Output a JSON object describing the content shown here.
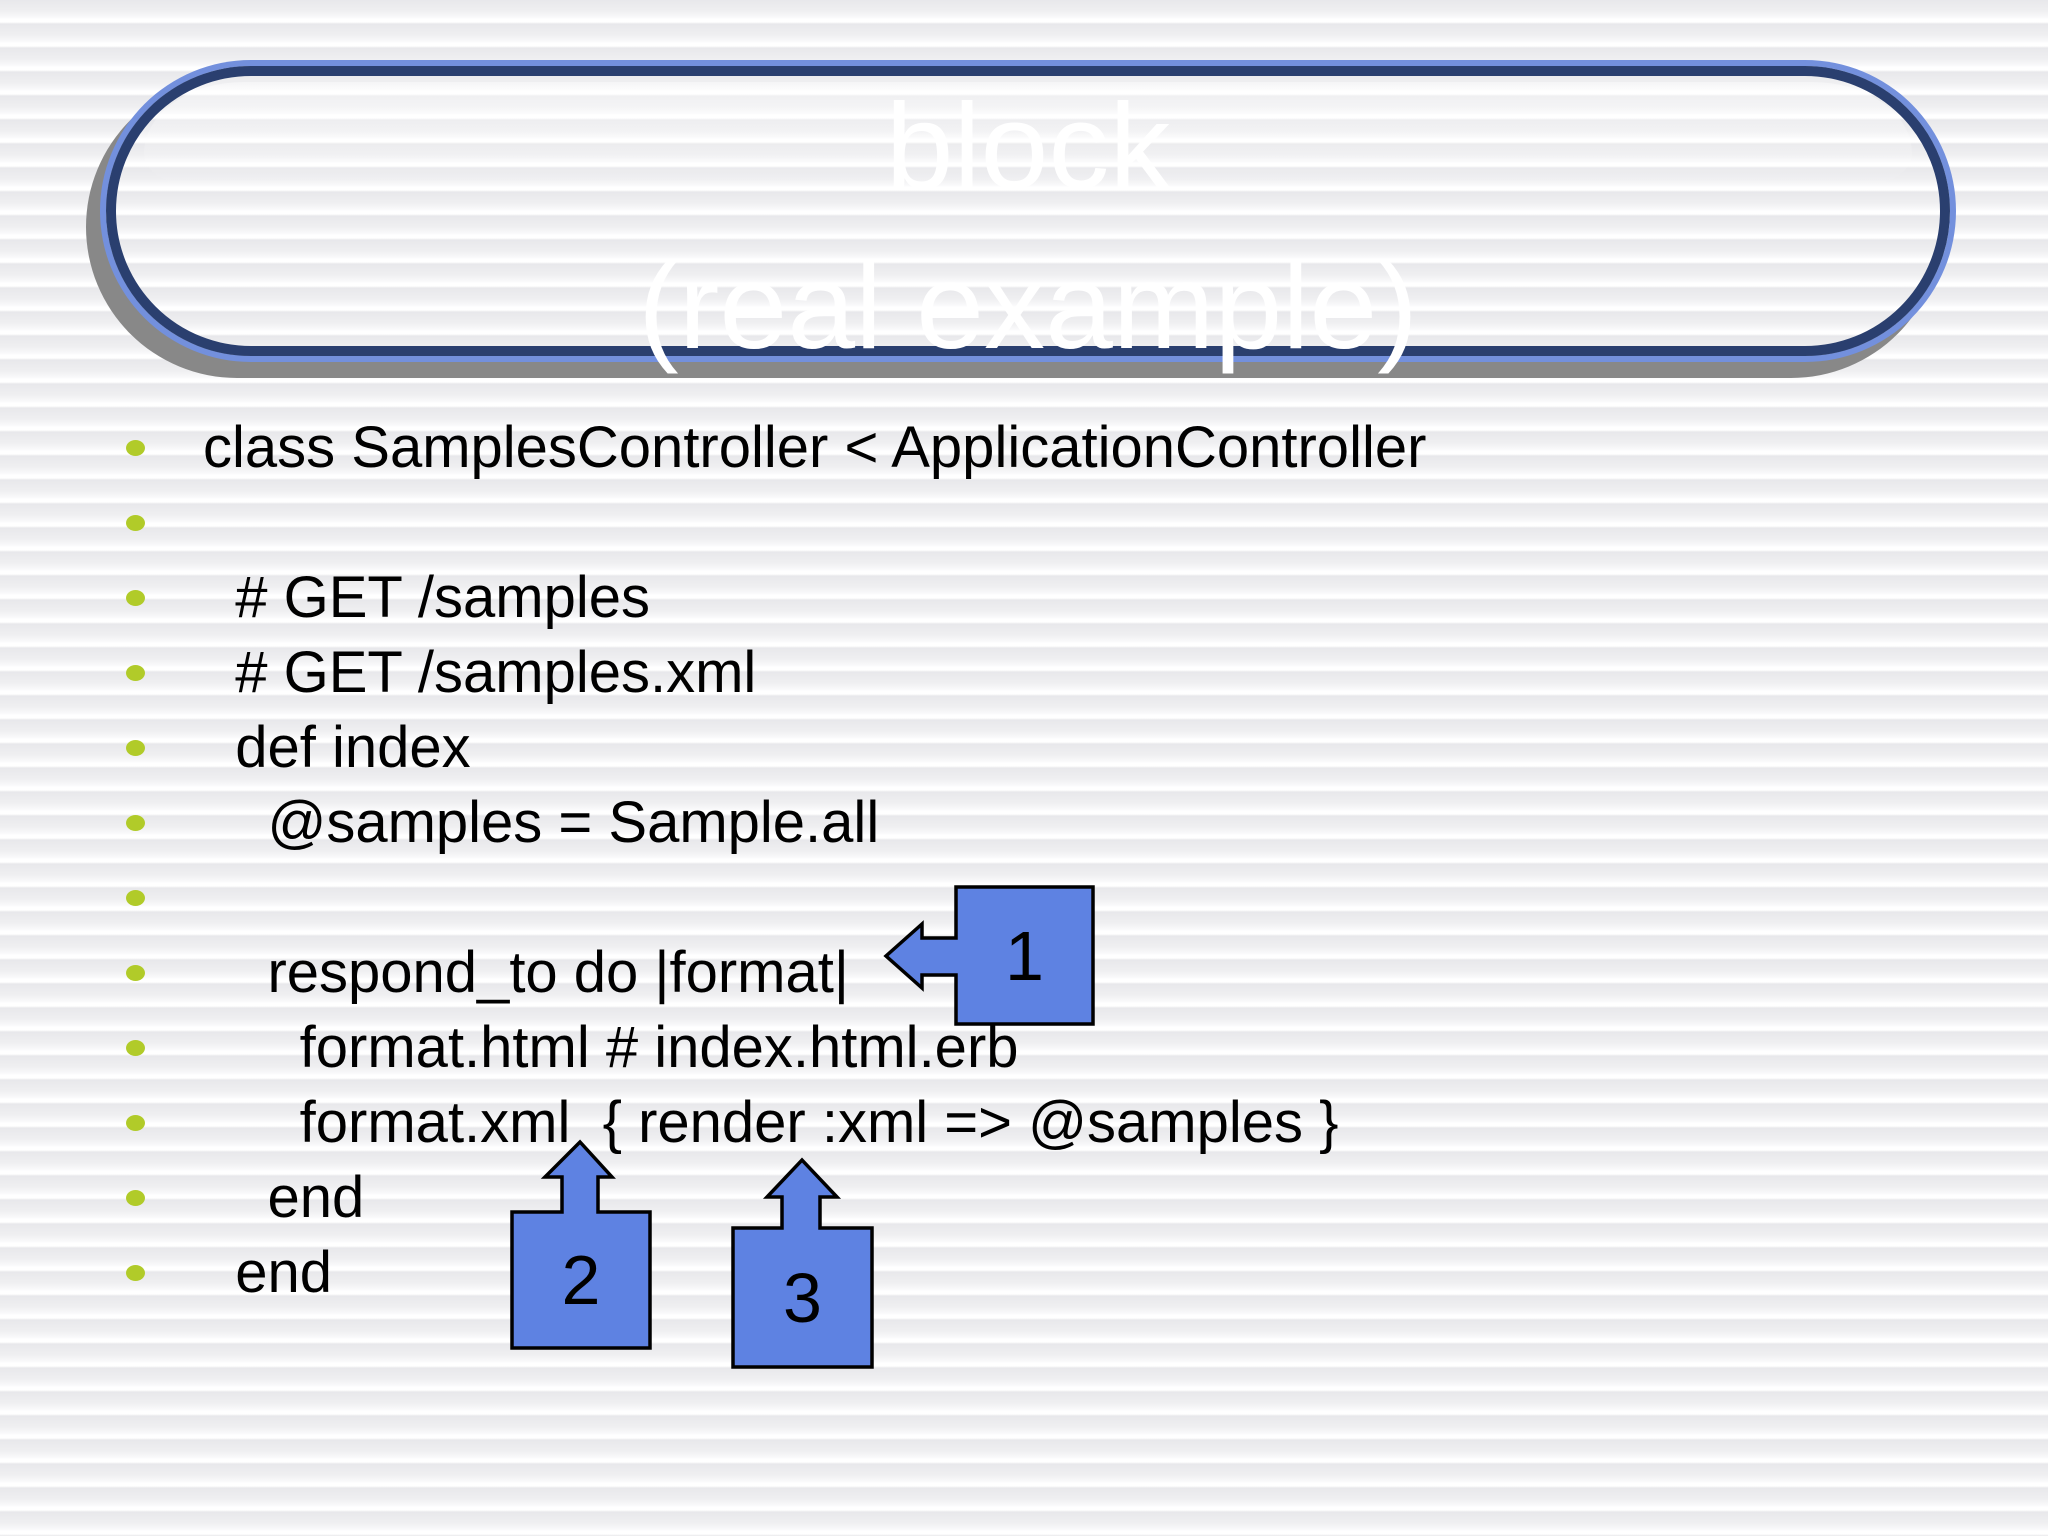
{
  "slide": {
    "title_line1": "block",
    "title_line2": "(real example)",
    "code_lines": [
      "class SamplesController < ApplicationController",
      "",
      "  # GET /samples",
      "  # GET /samples.xml",
      "  def index",
      "    @samples = Sample.all",
      "",
      "    respond_to do |format|",
      "      format.html # index.html.erb",
      "      format.xml  { render :xml => @samples }",
      "    end",
      "  end"
    ],
    "callouts": [
      {
        "label": "1",
        "arrow_direction": "left"
      },
      {
        "label": "2",
        "arrow_direction": "up"
      },
      {
        "label": "3",
        "arrow_direction": "up"
      }
    ],
    "icons": {
      "bullet": "green-dot",
      "callout_1": "block-arrow-left",
      "callout_2": "block-arrow-up",
      "callout_3": "block-arrow-up"
    },
    "colors": {
      "banner_gradient_top": "#809be9",
      "banner_gradient_mid": "#4b5c96",
      "banner_gradient_bottom": "#5b77dd",
      "banner_ring": "#2a3f6f",
      "banner_rim": "#7390dd",
      "banner_shadow": "#888888",
      "callout_fill": "#5e82e2",
      "callout_stroke": "#000000",
      "bullet_green": "#b1cb29",
      "body_text": "#000000",
      "title_text": "#ffffff",
      "background_stripe": "#e8e8eb"
    }
  }
}
